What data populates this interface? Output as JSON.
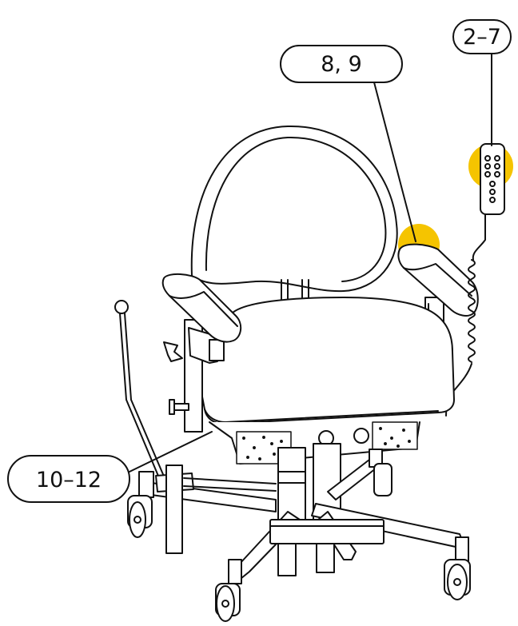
{
  "callouts": {
    "remote": {
      "label": "2–7",
      "accent": "#f5c400"
    },
    "armrest": {
      "label": "8, 9",
      "accent": "#f5c400"
    },
    "lever": {
      "label": "10–12"
    }
  },
  "colors": {
    "line": "#111111",
    "fill": "#ffffff",
    "highlight": "#f5c400"
  }
}
